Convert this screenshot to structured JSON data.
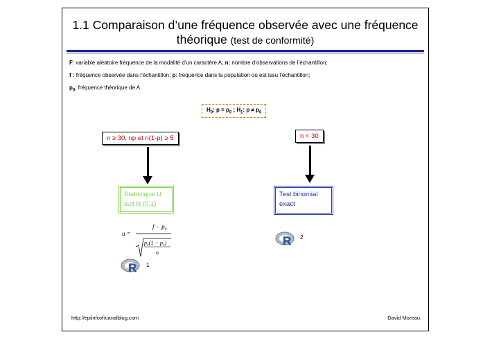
{
  "title": {
    "line1": "1.1 Comparaison d’une fréquence observée avec une fréquence",
    "line2_main": "théorique",
    "line2_small": "(test de conformité)"
  },
  "definitions": {
    "line1_F": "F",
    "line1_text": ": variable aléatoire fréquence de la modalité d’un caractère A;",
    "line1_n": "n:",
    "line1_tail": "nombre d’observations de l’échantillon;",
    "line2_f": "f :",
    "line2_text": "fréquence observée dans l’échantillon;",
    "line2_p": "p",
    "line2_tail": ": fréquence dans la population où est issu l’échantillon;",
    "line3_p0": "p",
    "line3_sub": "0",
    "line3_tail": ": fréquence théorique de A."
  },
  "hypothesis": {
    "h0": "H",
    "h0_sub": "0",
    "h0_text": ": p = p",
    "p0_sub": "0",
    "sep": " ; ",
    "h1": "H",
    "h1_sub": "1",
    "h1_text": ": p ≠ p",
    "p0b_sub": "0"
  },
  "conditions": {
    "large": "n ≥ 30, np et n(1-p) ≥ 5",
    "small": "n < 30"
  },
  "methods": {
    "statistic_line1": "Statistique U",
    "statistic_line2": "suit N (0,1)",
    "exact_line1": "Test binomial",
    "exact_line2": "exact"
  },
  "formula": {
    "lhs": "u =",
    "numerator": "f − p₀",
    "root_num": "p₀(1 − p₀)",
    "root_den": "n"
  },
  "refs": {
    "r1": "1",
    "r2": "2",
    "r_letter": "R"
  },
  "footer": {
    "url": "http://epiinfovf/canalblog.com",
    "author": "David Moreau"
  },
  "colors": {
    "rule": "#1c2a8c",
    "dashed_border": "#e87a1a",
    "condition_text": "#c00000",
    "green": "#7fd850",
    "blue": "#1a2aa5"
  }
}
